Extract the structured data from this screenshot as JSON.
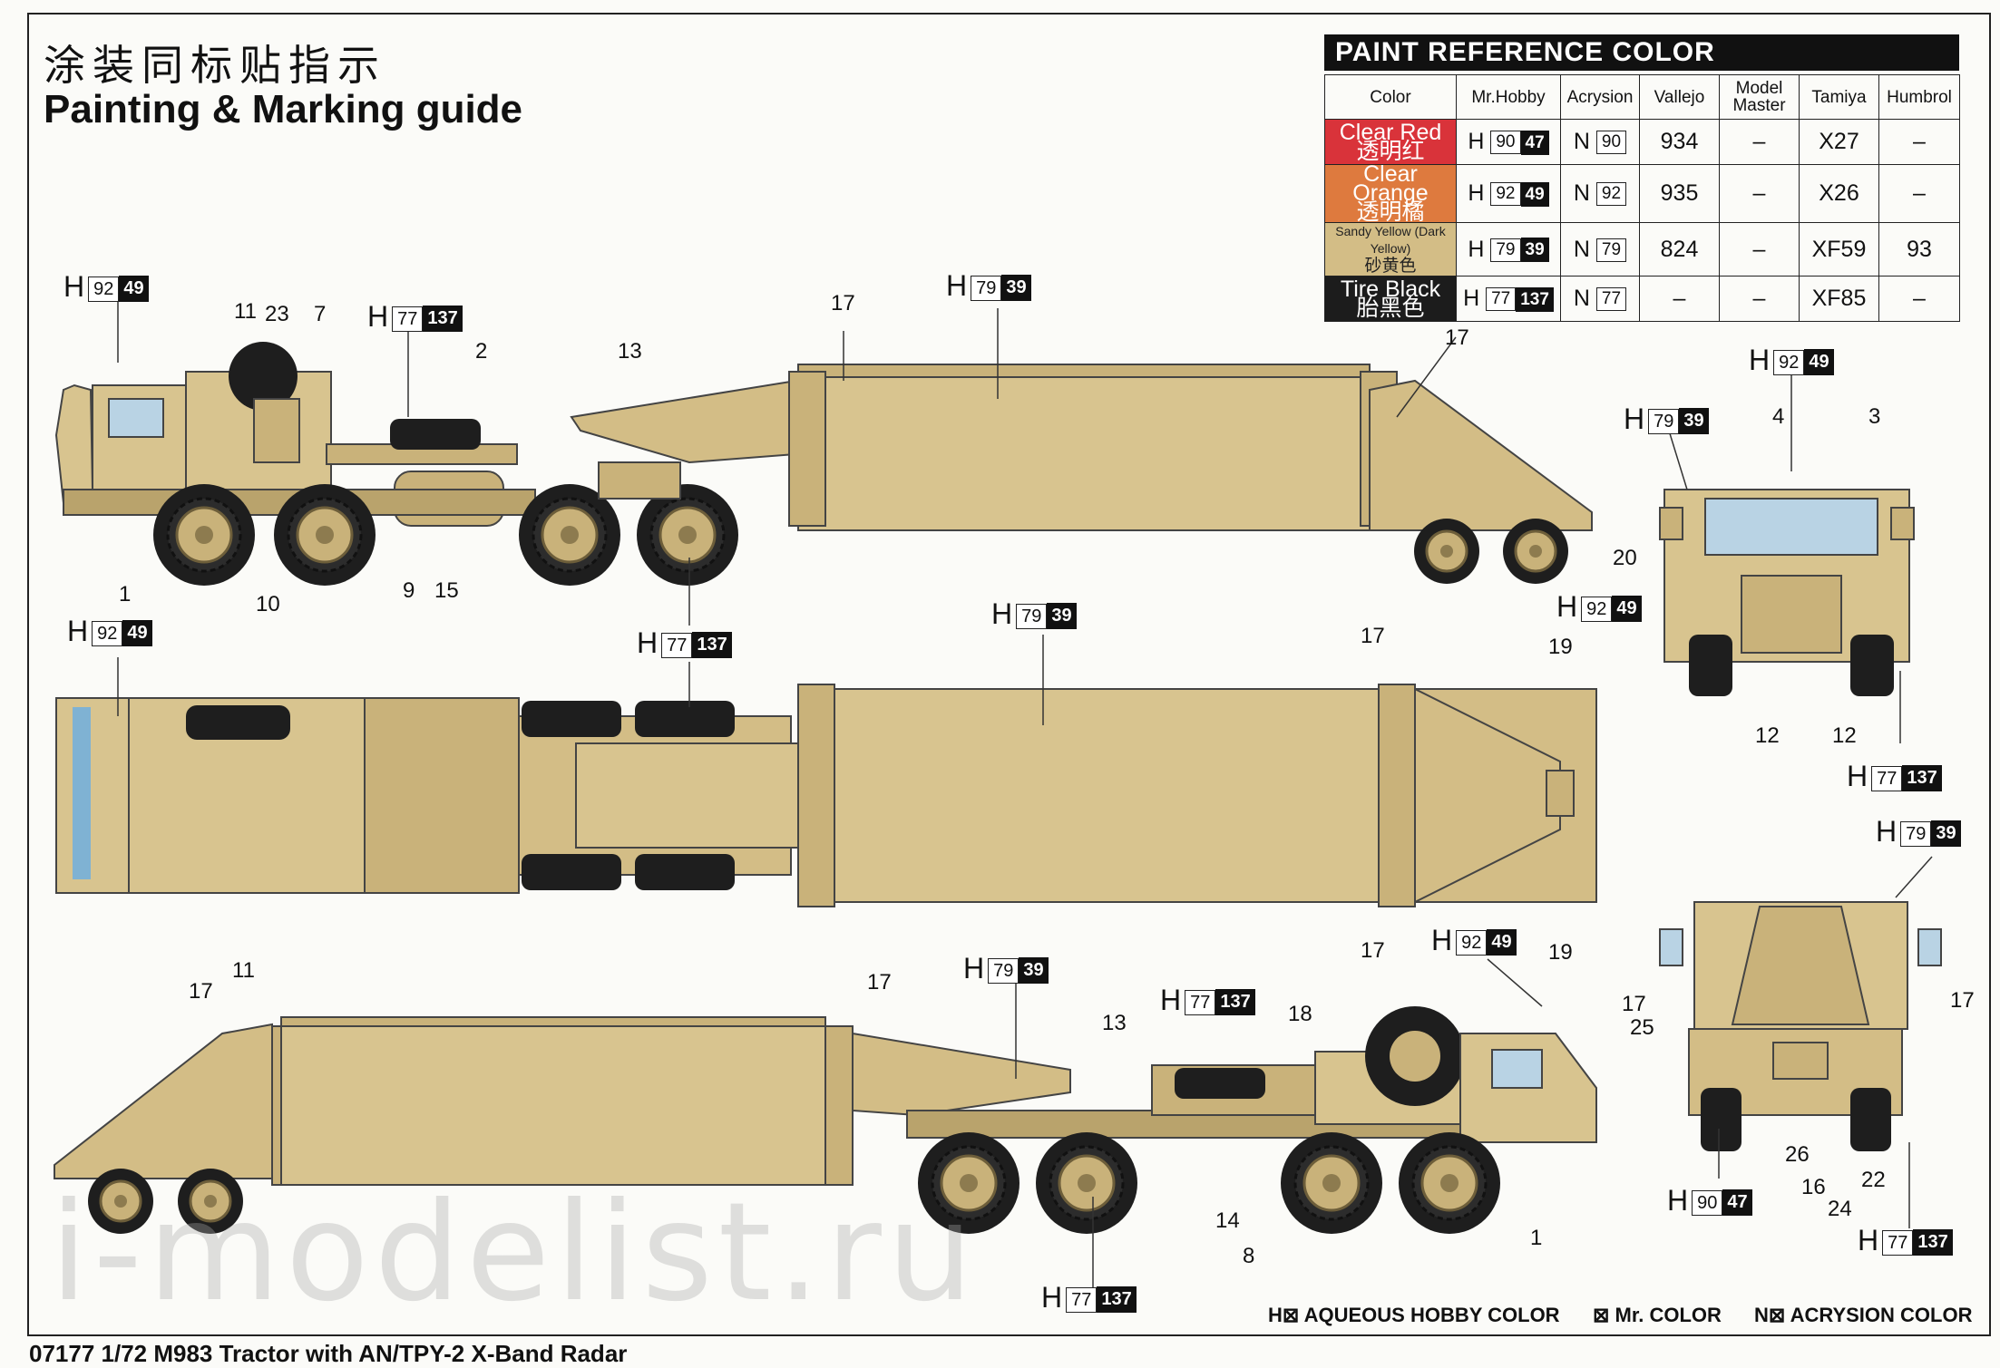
{
  "title_cn": "涂装同标贴指示",
  "title_en": "Painting & Marking guide",
  "paint_table": {
    "heading": "PAINT  REFERENCE COLOR",
    "columns": [
      "Color",
      "Mr.Hobby",
      "Acrysion",
      "Vallejo",
      "Model Master",
      "Tamiya",
      "Humbrol"
    ],
    "rows": [
      {
        "name": "Clear Red",
        "name_cn": "透明红",
        "swatch": "#d9333a",
        "h_box": "90",
        "h_black": "47",
        "n_box": "90",
        "vallejo": "934",
        "model_master": "–",
        "tamiya": "X27",
        "humbrol": "–"
      },
      {
        "name": "Clear Orange",
        "name_cn": "透明橘",
        "swatch": "#de7a3e",
        "h_box": "92",
        "h_black": "49",
        "n_box": "92",
        "vallejo": "935",
        "model_master": "–",
        "tamiya": "X26",
        "humbrol": "–"
      },
      {
        "name": "Sandy Yellow (Dark Yellow)",
        "name_cn": "砂黄色",
        "swatch": "#d3bd86",
        "h_box": "79",
        "h_black": "39",
        "n_box": "79",
        "vallejo": "824",
        "model_master": "–",
        "tamiya": "XF59",
        "humbrol": "93"
      },
      {
        "name": "Tire Black",
        "name_cn": "胎黑色",
        "swatch": "#1c1c1c",
        "h_box": "77",
        "h_black": "137",
        "n_box": "77",
        "vallejo": "–",
        "model_master": "–",
        "tamiya": "XF85",
        "humbrol": "–"
      }
    ]
  },
  "callouts": [
    {
      "h": "H",
      "box": "92",
      "black": "49"
    },
    {
      "h": "H",
      "box": "77",
      "black": "137"
    },
    {
      "h": "H",
      "box": "79",
      "black": "39"
    },
    {
      "h": "H",
      "box": "92",
      "black": "49"
    },
    {
      "h": "H",
      "box": "79",
      "black": "39"
    },
    {
      "h": "H",
      "box": "92",
      "black": "49"
    },
    {
      "h": "H",
      "box": "92",
      "black": "49"
    },
    {
      "h": "H",
      "box": "77",
      "black": "137"
    },
    {
      "h": "H",
      "box": "79",
      "black": "39"
    },
    {
      "h": "H",
      "box": "77",
      "black": "137"
    },
    {
      "h": "H",
      "box": "79",
      "black": "39"
    },
    {
      "h": "H",
      "box": "79",
      "black": "39"
    },
    {
      "h": "H",
      "box": "92",
      "black": "49"
    },
    {
      "h": "H",
      "box": "77",
      "black": "137"
    },
    {
      "h": "H",
      "box": "77",
      "black": "137"
    },
    {
      "h": "H",
      "box": "90",
      "black": "47"
    },
    {
      "h": "H",
      "box": "77",
      "black": "137"
    }
  ],
  "part_numbers": [
    "11",
    "23",
    "7",
    "2",
    "13",
    "17",
    "17",
    "1",
    "10",
    "9",
    "15",
    "4",
    "3",
    "20",
    "12",
    "12",
    "17",
    "19",
    "11",
    "17",
    "19",
    "17",
    "17",
    "13",
    "18",
    "14",
    "8",
    "1",
    "17",
    "25",
    "17",
    "26",
    "16",
    "24",
    "22"
  ],
  "legend": {
    "aqueous": "H⊠ AQUEOUS HOBBY COLOR",
    "mr": "⊠ Mr. COLOR",
    "acrysion": "N⊠ ACRYSION COLOR"
  },
  "footer": "07177 1/72 M983 Tractor with AN/TPY-2 X-Band Radar",
  "watermark": "i-modelist.ru",
  "colors": {
    "sand": "#d8c48f",
    "sand_dark": "#b9a36c",
    "tire": "#1e1e1e"
  }
}
